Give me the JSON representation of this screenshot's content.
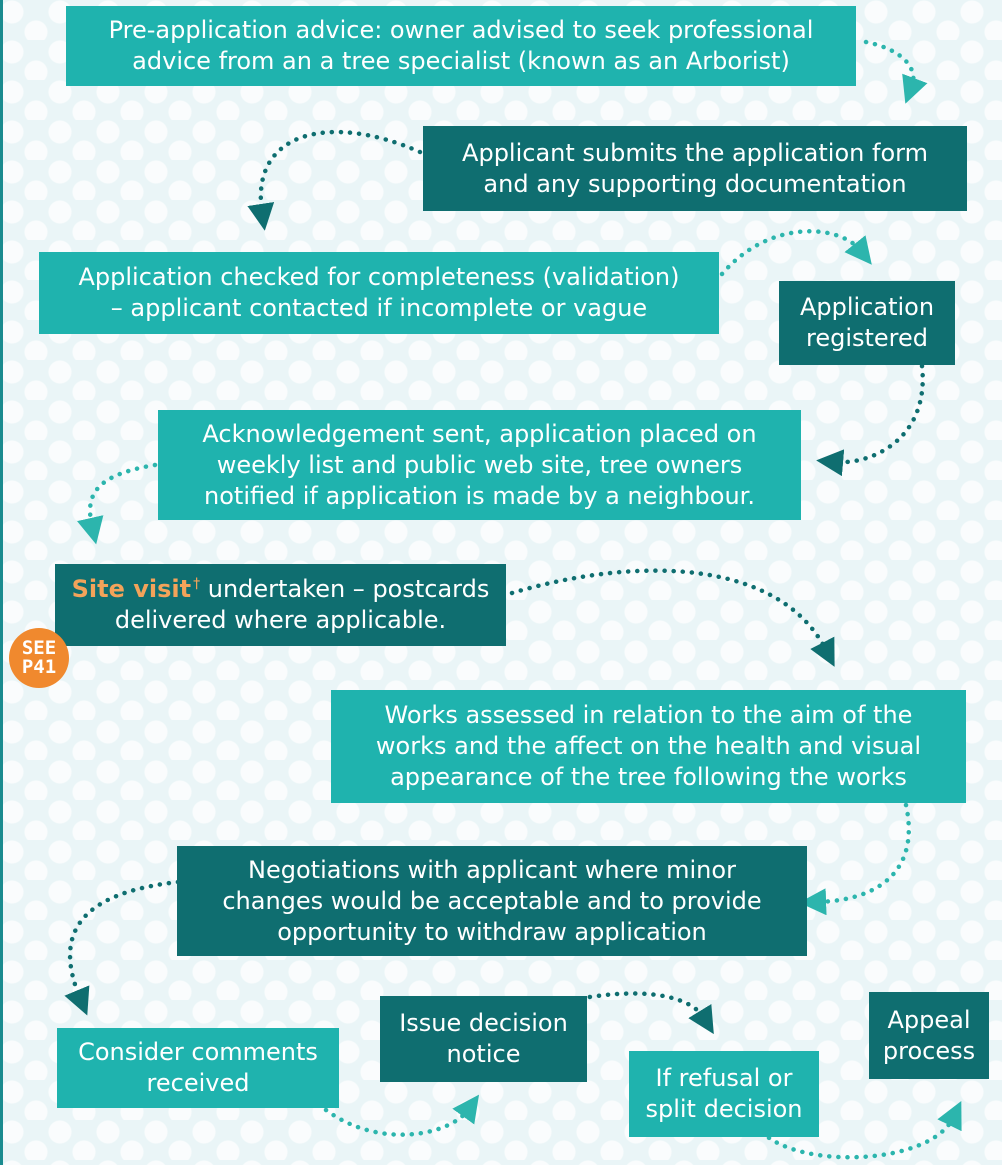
{
  "steps": {
    "pre_application": [
      "Pre-application advice: owner advised to seek professional",
      "advice from an a tree specialist (known as an Arborist)"
    ],
    "submit": [
      "Applicant submits the application form",
      "and any supporting documentation"
    ],
    "validation": [
      "Application checked for completeness (validation)",
      "– applicant contacted if incomplete or vague"
    ],
    "registered": [
      "Application",
      "registered"
    ],
    "acknowledgement": [
      "Acknowledgement sent, application placed on",
      "weekly list and public web site, tree owners",
      "notified if application is made by a neighbour."
    ],
    "site_visit": {
      "highlight": "Site visit",
      "marker": "†",
      "line1_rest": " undertaken – postcards",
      "line2": "delivered where applicable."
    },
    "assessment": [
      "Works assessed in relation to the aim of the",
      "works and the affect on the health and visual",
      "appearance of the tree following the works"
    ],
    "negotiations": [
      "Negotiations with applicant where minor",
      "changes would be acceptable and to provide",
      "opportunity to withdraw application"
    ],
    "consider": [
      "Consider comments",
      "received"
    ],
    "decision": [
      "Issue decision",
      "notice"
    ],
    "refusal": [
      "If refusal or",
      "split decision"
    ],
    "appeal": [
      "Appeal",
      "process"
    ]
  },
  "badge": {
    "line1": "SEE",
    "line2": "P41"
  },
  "colors": {
    "light_box": "#1fb3ae",
    "dark_box": "#0f6e70",
    "arrow_light": "#2cb5ad",
    "arrow_dark": "#0f6e70",
    "badge": "#f0892e",
    "highlight": "#f3a35a"
  }
}
